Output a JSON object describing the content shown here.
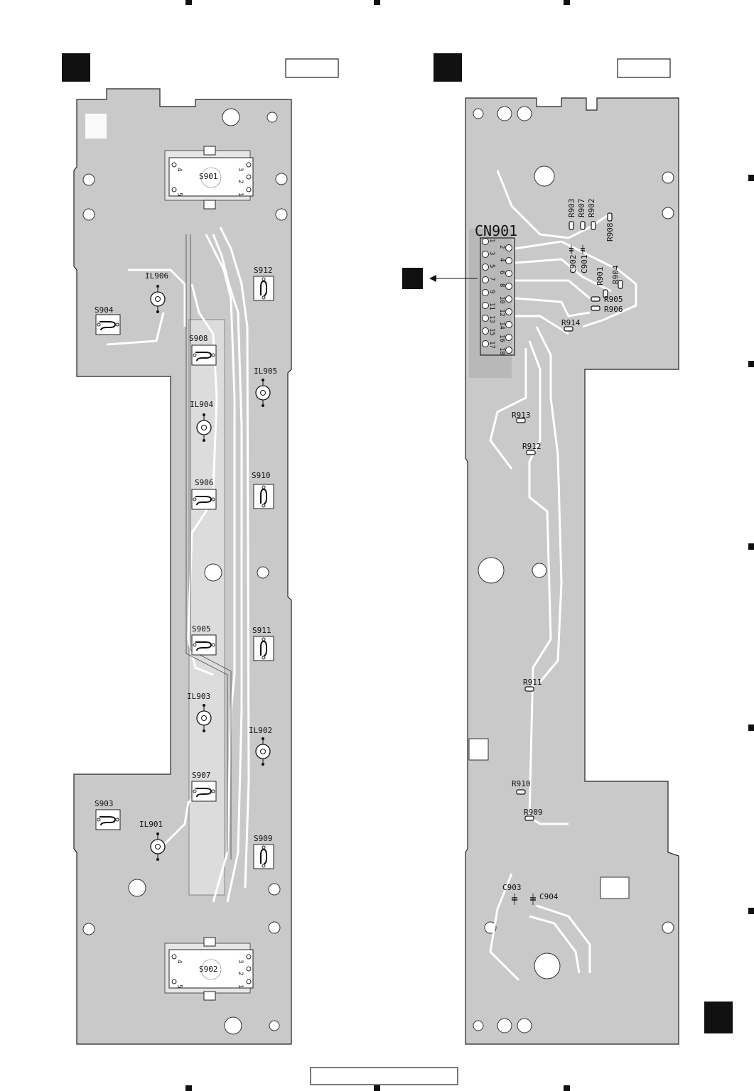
{
  "left_board": {
    "switches": [
      "S901",
      "S902",
      "S903",
      "S904",
      "S905",
      "S906",
      "S907",
      "S908",
      "S909",
      "S910",
      "S911",
      "S912"
    ],
    "lamps": [
      "IL901",
      "IL902",
      "IL903",
      "IL904",
      "IL905",
      "IL906"
    ],
    "connector_pins": [
      "1",
      "2",
      "3",
      "4",
      "5"
    ]
  },
  "right_board": {
    "connector": "CN901",
    "connector_pins_left": [
      "1",
      "3",
      "5",
      "7",
      "9",
      "11",
      "13",
      "15",
      "17"
    ],
    "connector_pins_right": [
      "2",
      "4",
      "6",
      "8",
      "10",
      "12",
      "14",
      "16",
      "18"
    ],
    "resistors": [
      "R901",
      "R902",
      "R903",
      "R904",
      "R905",
      "R906",
      "R907",
      "R908",
      "R909",
      "R910",
      "R911",
      "R912",
      "R913",
      "R914"
    ],
    "capacitors": [
      "C901",
      "C902",
      "C903",
      "C904"
    ]
  }
}
